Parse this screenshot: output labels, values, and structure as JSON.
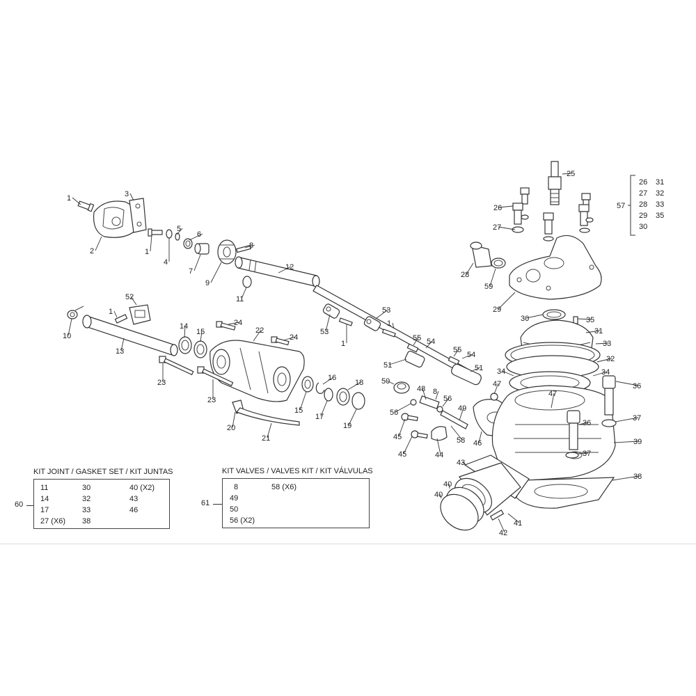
{
  "callouts": [
    {
      "n": "1"
    },
    {
      "n": "3"
    },
    {
      "n": "2"
    },
    {
      "n": "5"
    },
    {
      "n": "6"
    },
    {
      "n": "1"
    },
    {
      "n": "4"
    },
    {
      "n": "7"
    },
    {
      "n": "8"
    },
    {
      "n": "9"
    },
    {
      "n": "12"
    },
    {
      "n": "11"
    },
    {
      "n": "52"
    },
    {
      "n": "1"
    },
    {
      "n": "10"
    },
    {
      "n": "13"
    },
    {
      "n": "14"
    },
    {
      "n": "15"
    },
    {
      "n": "24"
    },
    {
      "n": "22"
    },
    {
      "n": "24"
    },
    {
      "n": "23"
    },
    {
      "n": "23"
    },
    {
      "n": "20"
    },
    {
      "n": "21"
    },
    {
      "n": "15"
    },
    {
      "n": "16"
    },
    {
      "n": "17"
    },
    {
      "n": "18"
    },
    {
      "n": "19"
    },
    {
      "n": "53"
    },
    {
      "n": "53"
    },
    {
      "n": "1"
    },
    {
      "n": "1"
    },
    {
      "n": "55"
    },
    {
      "n": "54"
    },
    {
      "n": "55"
    },
    {
      "n": "54"
    },
    {
      "n": "51"
    },
    {
      "n": "51"
    },
    {
      "n": "50"
    },
    {
      "n": "48"
    },
    {
      "n": "8"
    },
    {
      "n": "56"
    },
    {
      "n": "56"
    },
    {
      "n": "49"
    },
    {
      "n": "45"
    },
    {
      "n": "58"
    },
    {
      "n": "45"
    },
    {
      "n": "44"
    },
    {
      "n": "46"
    },
    {
      "n": "47"
    },
    {
      "n": "47"
    },
    {
      "n": "25"
    },
    {
      "n": "26"
    },
    {
      "n": "27"
    },
    {
      "n": "28"
    },
    {
      "n": "59"
    },
    {
      "n": "29"
    },
    {
      "n": "30"
    },
    {
      "n": "35"
    },
    {
      "n": "31"
    },
    {
      "n": "33"
    },
    {
      "n": "32"
    },
    {
      "n": "34"
    },
    {
      "n": "34"
    },
    {
      "n": "36"
    },
    {
      "n": "37"
    },
    {
      "n": "36"
    },
    {
      "n": "39"
    },
    {
      "n": "37"
    },
    {
      "n": "43"
    },
    {
      "n": "38"
    },
    {
      "n": "40"
    },
    {
      "n": "40"
    },
    {
      "n": "41"
    },
    {
      "n": "42"
    },
    {
      "n": "57"
    }
  ],
  "kit57": {
    "label": "57",
    "cells": [
      "26",
      "31",
      "27",
      "32",
      "28",
      "33",
      "29",
      "35",
      "30"
    ]
  },
  "kit60": {
    "label": "60",
    "title": "KIT JOINT / GASKET SET / KIT JUNTAS",
    "cells": [
      "11",
      "30",
      "40 (X2)",
      "14",
      "32",
      "43",
      "17",
      "33",
      "46",
      "27 (X6)",
      "38"
    ]
  },
  "kit61": {
    "label": "61",
    "title": "KIT VALVES / VALVES KIT / KIT VÁLVULAS",
    "cells": [
      "8",
      "58 (X6)",
      "49",
      "50",
      "56 (X2)"
    ]
  }
}
